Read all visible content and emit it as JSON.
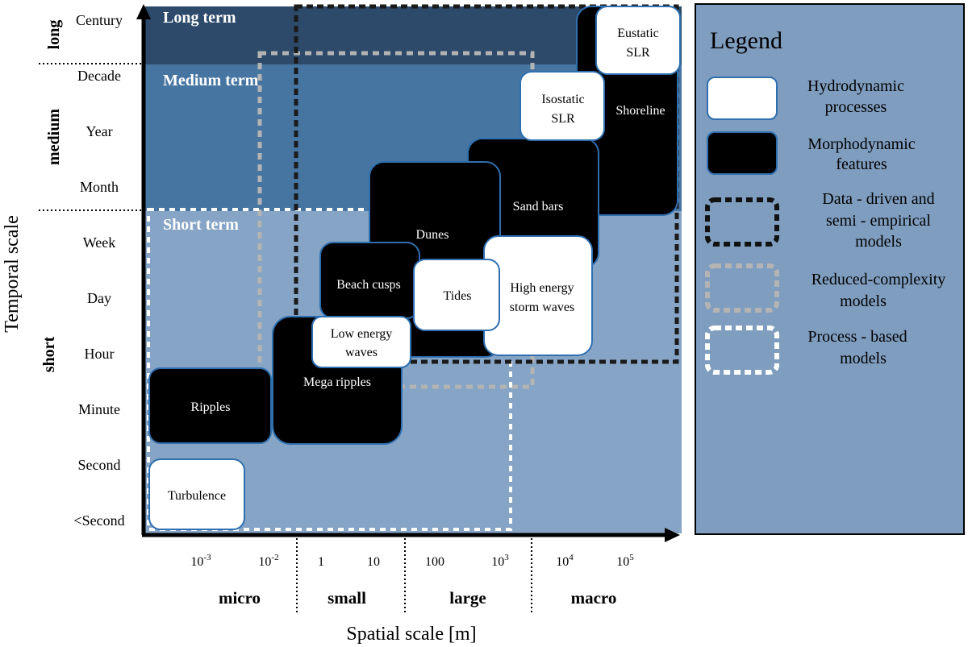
{
  "axes": {
    "y_title": "Temporal scale",
    "x_title": "Spatial scale [m]",
    "y_ticks": [
      "Century",
      "Decade",
      "Year",
      "Month",
      "Week",
      "Day",
      "Hour",
      "Minute",
      "Second",
      "<Second"
    ],
    "x_ticks": [
      {
        "base": "10",
        "exp": "-3"
      },
      {
        "base": "10",
        "exp": "-2"
      },
      {
        "base": "1",
        "exp": ""
      },
      {
        "base": "10",
        "exp": ""
      },
      {
        "base": "100",
        "exp": ""
      },
      {
        "base": "10",
        "exp": "3"
      },
      {
        "base": "10",
        "exp": "4"
      },
      {
        "base": "10",
        "exp": "5"
      }
    ],
    "y_categories": [
      "long",
      "medium",
      "short"
    ],
    "x_categories": [
      "micro",
      "small",
      "large",
      "macro"
    ]
  },
  "zones": {
    "long": "Long term",
    "medium": "Medium term",
    "short": "Short term"
  },
  "boxes": {
    "ripples": "Ripples",
    "mega_ripples": "Mega ripples",
    "beach_cusps": "Beach cusps",
    "dunes": "Dunes",
    "sand_bars": "Sand bars",
    "shoreline": "Shoreline",
    "turbulence": "Turbulence",
    "low_energy_1": "Low energy",
    "low_energy_2": "waves",
    "tides": "Tides",
    "high_energy_1": "High energy",
    "high_energy_2": "storm waves",
    "isostatic_1": "Isostatic",
    "isostatic_2": "SLR",
    "eustatic_1": "Eustatic",
    "eustatic_2": "SLR"
  },
  "legend": {
    "title": "Legend",
    "hydro_1": "Hydrodynamic",
    "hydro_2": "processes",
    "morpho_1": "Morphodynamic",
    "morpho_2": "features",
    "data_1": "Data - driven and",
    "data_2": "semi - empirical",
    "data_3": "models",
    "reduced_1": "Reduced-complexity",
    "reduced_2": "models",
    "process_1": "Process - based",
    "process_2": "models"
  },
  "colors": {
    "long_zone": "#2d4a6a",
    "medium_zone": "#4775a1",
    "short_zone": "#86a4c5",
    "legend_bg": "#7f9dbf",
    "box_border": "#2f6fb0"
  }
}
